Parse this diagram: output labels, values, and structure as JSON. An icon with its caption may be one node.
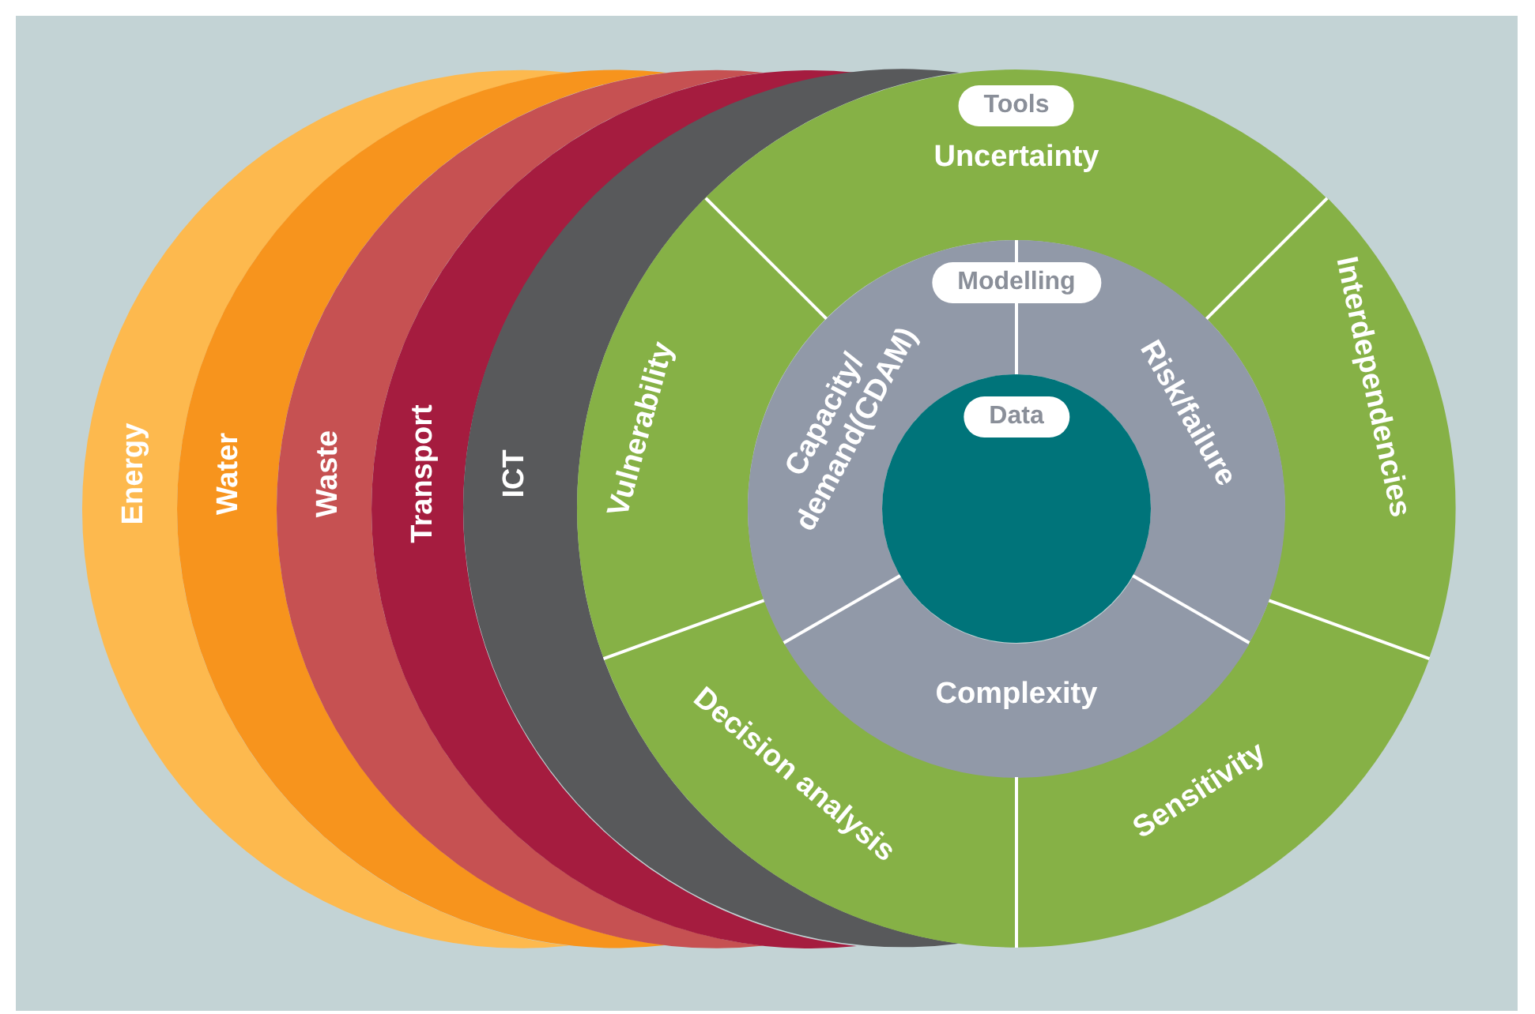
{
  "diagram": {
    "nodes": [
      {
        "text": [
          "Energy"
        ]
      },
      {
        "text": [
          "Water"
        ]
      },
      {
        "text": [
          "Waste"
        ]
      },
      {
        "text": [
          "Transport"
        ]
      },
      {
        "text": [
          "ICT"
        ]
      },
      {
        "text": [
          "Uncertainty"
        ]
      },
      {
        "text": [
          "Tools"
        ],
        "in": 5
      },
      {
        "text": [
          "Interdependencies"
        ]
      },
      {
        "text": [
          "Sensitivity"
        ]
      },
      {
        "text": [
          "Decision analysis"
        ]
      },
      {
        "text": [
          "Vulnerability"
        ]
      },
      {
        "text": [
          "Modelling"
        ]
      },
      {
        "text": [
          "Capacity/ demand(CDAM)"
        ]
      },
      {
        "text": [
          "Risk/failure"
        ]
      },
      {
        "text": [
          "Complexity"
        ]
      },
      {
        "text": [
          "Data"
        ]
      }
    ]
  }
}
